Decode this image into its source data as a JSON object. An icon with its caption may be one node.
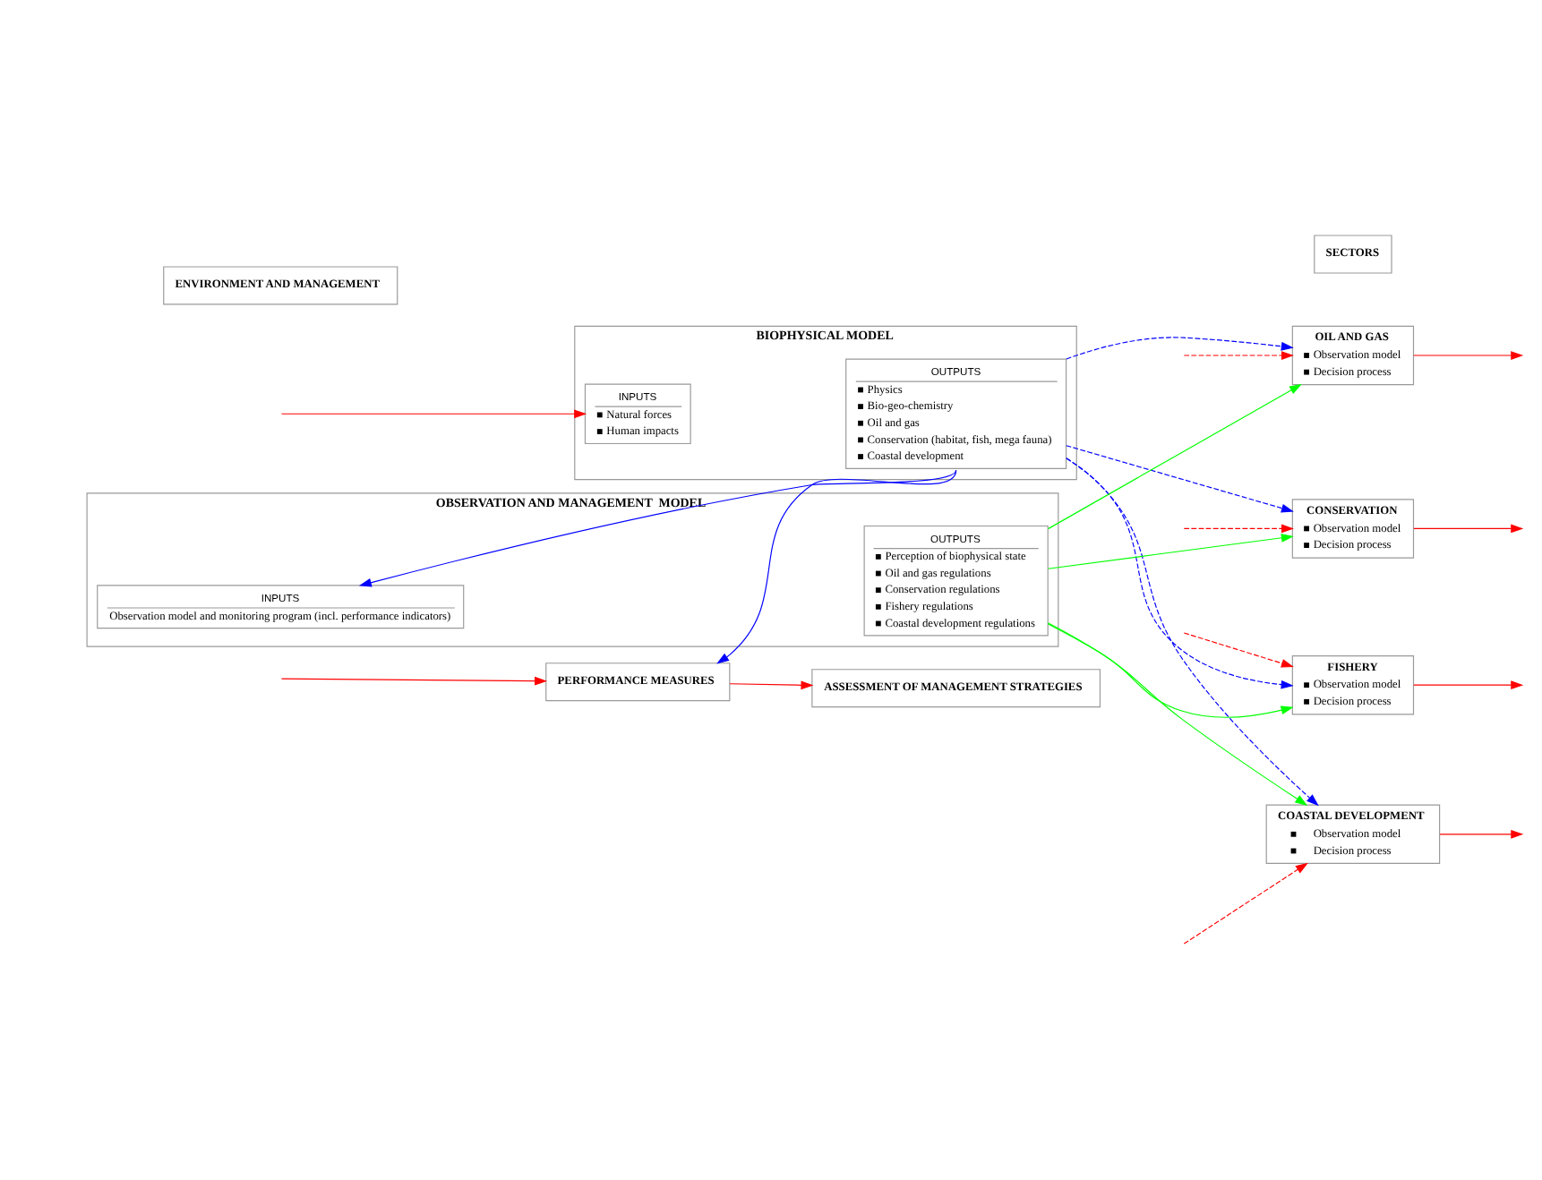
{
  "diagram": {
    "nodes": [
      {
        "text": [
          "ENVIRONMENT AND MANAGEMENT"
        ]
      },
      {
        "text": [
          "SECTORS"
        ]
      },
      {
        "text": [
          "BIOPHYSICAL MODEL"
        ]
      },
      {
        "text": [
          "INPUTS",
          "Natural forces",
          "Human impacts"
        ],
        "in": 2
      },
      {
        "text": [
          "OUTPUTS",
          "Physics",
          "Bio-geo-chemistry",
          "Oil and gas",
          "Conservation (habitat, fish, mega fauna)",
          "Coastal development"
        ],
        "in": 2
      },
      {
        "text": [
          "OBSERVATION AND MANAGEMENT  MODEL"
        ]
      },
      {
        "text": [
          "INPUTS",
          "Observation model and monitoring program (incl. performance indicators)"
        ],
        "in": 5
      },
      {
        "text": [
          "OUTPUTS",
          "Perception of biophysical state",
          "Oil and gas regulations",
          "Conservation regulations",
          "Fishery regulations",
          "Coastal development regulations"
        ],
        "in": 5
      },
      {
        "text": [
          "PERFORMANCE MEASURES"
        ]
      },
      {
        "text": [
          "ASSESSMENT OF MANAGEMENT STRATEGIES"
        ]
      },
      {
        "text": [
          "OIL AND GAS",
          "Observation model",
          "Decision process"
        ]
      },
      {
        "text": [
          "CONSERVATION",
          "Observation model",
          "Decision process"
        ]
      },
      {
        "text": [
          "FISHERY",
          "Observation model",
          "Decision process"
        ]
      },
      {
        "text": [
          "COASTAL DEVELOPMENT",
          "Observation model",
          "Decision process"
        ]
      }
    ],
    "edges": [
      {
        "from": null,
        "to": 3,
        "arrow": "to"
      },
      {
        "from": null,
        "to": 8,
        "arrow": "to"
      },
      {
        "from": 8,
        "to": 9,
        "arrow": "to"
      },
      {
        "from": 4,
        "to": 10,
        "arrow": "to",
        "style": "dashed",
        "color": "#0000ff"
      },
      {
        "from": 4,
        "to": 11,
        "arrow": "to",
        "style": "dashed",
        "color": "#0000ff"
      },
      {
        "from": 4,
        "to": 12,
        "arrow": "to",
        "style": "dashed",
        "color": "#0000ff"
      },
      {
        "from": 4,
        "to": 13,
        "arrow": "to",
        "style": "dashed",
        "color": "#0000ff"
      },
      {
        "from": 4,
        "to": 6,
        "arrow": "to",
        "color": "#0000ff"
      },
      {
        "from": 4,
        "to": 8,
        "arrow": "to",
        "color": "#0000ff"
      },
      {
        "from": 7,
        "to": 10,
        "arrow": "to",
        "color": "#00ff00"
      },
      {
        "from": 7,
        "to": 11,
        "arrow": "to",
        "color": "#00ff00"
      },
      {
        "from": 7,
        "to": 12,
        "arrow": "to",
        "color": "#00ff00"
      },
      {
        "from": 7,
        "to": 13,
        "arrow": "to",
        "color": "#00ff00"
      },
      {
        "from": null,
        "to": 10,
        "arrow": "to",
        "style": "dashed"
      },
      {
        "from": null,
        "to": 11,
        "arrow": "to",
        "style": "dashed"
      },
      {
        "from": null,
        "to": 12,
        "arrow": "to",
        "style": "dashed"
      },
      {
        "from": null,
        "to": 13,
        "arrow": "to",
        "style": "dashed"
      },
      {
        "from": 10,
        "to": null,
        "arrow": "to"
      },
      {
        "from": 11,
        "to": null,
        "arrow": "to"
      },
      {
        "from": 12,
        "to": null,
        "arrow": "to"
      },
      {
        "from": 13,
        "to": null,
        "arrow": "to"
      }
    ]
  }
}
